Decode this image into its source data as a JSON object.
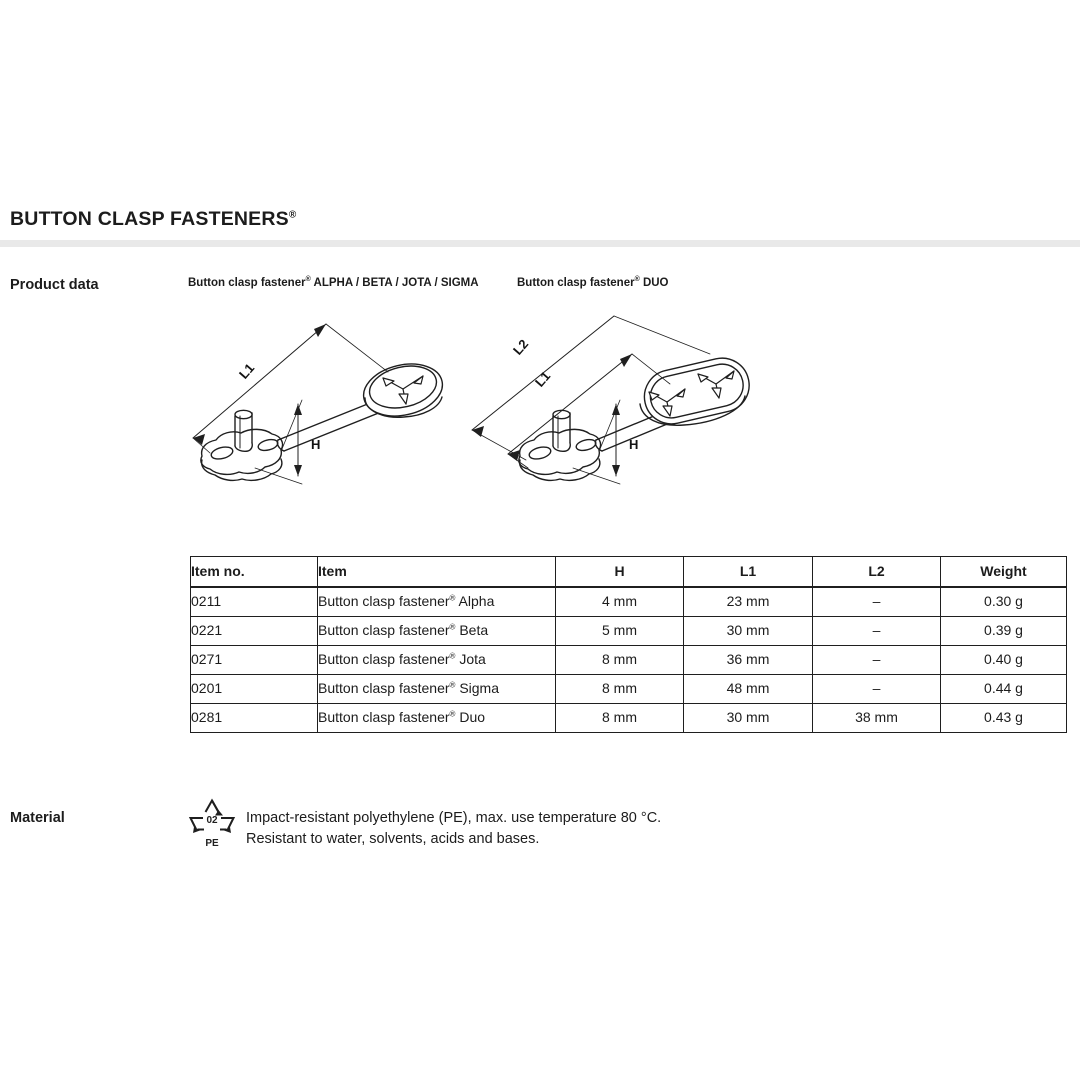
{
  "document": {
    "title": "BUTTON CLASP FASTENERS",
    "title_superscript": "®"
  },
  "sections": {
    "product_data_label": "Product data",
    "material_label": "Material"
  },
  "drawings": [
    {
      "id": "alpha-beta-jota-sigma",
      "caption_prefix": "Button clasp fastener",
      "caption_superscript": "®",
      "caption_suffix": " ALPHA / BETA / JOTA / SIGMA",
      "caption_full": "Button clasp fastener® ALPHA / BETA / JOTA / SIGMA",
      "dimension_labels": [
        "L1",
        "H"
      ]
    },
    {
      "id": "duo",
      "caption_prefix": "Button clasp fastener",
      "caption_superscript": "®",
      "caption_suffix": " DUO",
      "caption_full": "Button clasp fastener® DUO",
      "dimension_labels": [
        "L2",
        "L1",
        "H"
      ]
    }
  ],
  "table": {
    "headers": [
      "Item no.",
      "Item",
      "H",
      "L1",
      "L2",
      "Weight"
    ],
    "rows": [
      {
        "item_no": "0211",
        "item_prefix": "Button clasp fastener",
        "item_superscript": "®",
        "item_suffix": " Alpha",
        "h": "4 mm",
        "l1": "23 mm",
        "l2": "–",
        "weight": "0.30 g"
      },
      {
        "item_no": "0221",
        "item_prefix": "Button clasp fastener",
        "item_superscript": "®",
        "item_suffix": " Beta",
        "h": "5 mm",
        "l1": "30 mm",
        "l2": "–",
        "weight": "0.39 g"
      },
      {
        "item_no": "0271",
        "item_prefix": "Button clasp fastener",
        "item_superscript": "®",
        "item_suffix": " Jota",
        "h": "8 mm",
        "l1": "36 mm",
        "l2": "–",
        "weight": "0.40 g"
      },
      {
        "item_no": "0201",
        "item_prefix": "Button clasp fastener",
        "item_superscript": "®",
        "item_suffix": " Sigma",
        "h": "8 mm",
        "l1": "48 mm",
        "l2": "–",
        "weight": "0.44 g"
      },
      {
        "item_no": "0281",
        "item_prefix": "Button clasp fastener",
        "item_superscript": "®",
        "item_suffix": " Duo",
        "h": "8 mm",
        "l1": "30 mm",
        "l2": "38 mm",
        "weight": "0.43 g"
      }
    ]
  },
  "material": {
    "recycling_code": "02",
    "recycling_abbr": "PE",
    "line1": "Impact-resistant polyethylene (PE), max. use temperature 80 °C.",
    "line2": "Resistant to water, solvents, acids and bases."
  },
  "colors": {
    "text": "#1c1c1c",
    "divider": "#e9e9e9",
    "line": "#1f1f1f",
    "background": "#ffffff"
  }
}
